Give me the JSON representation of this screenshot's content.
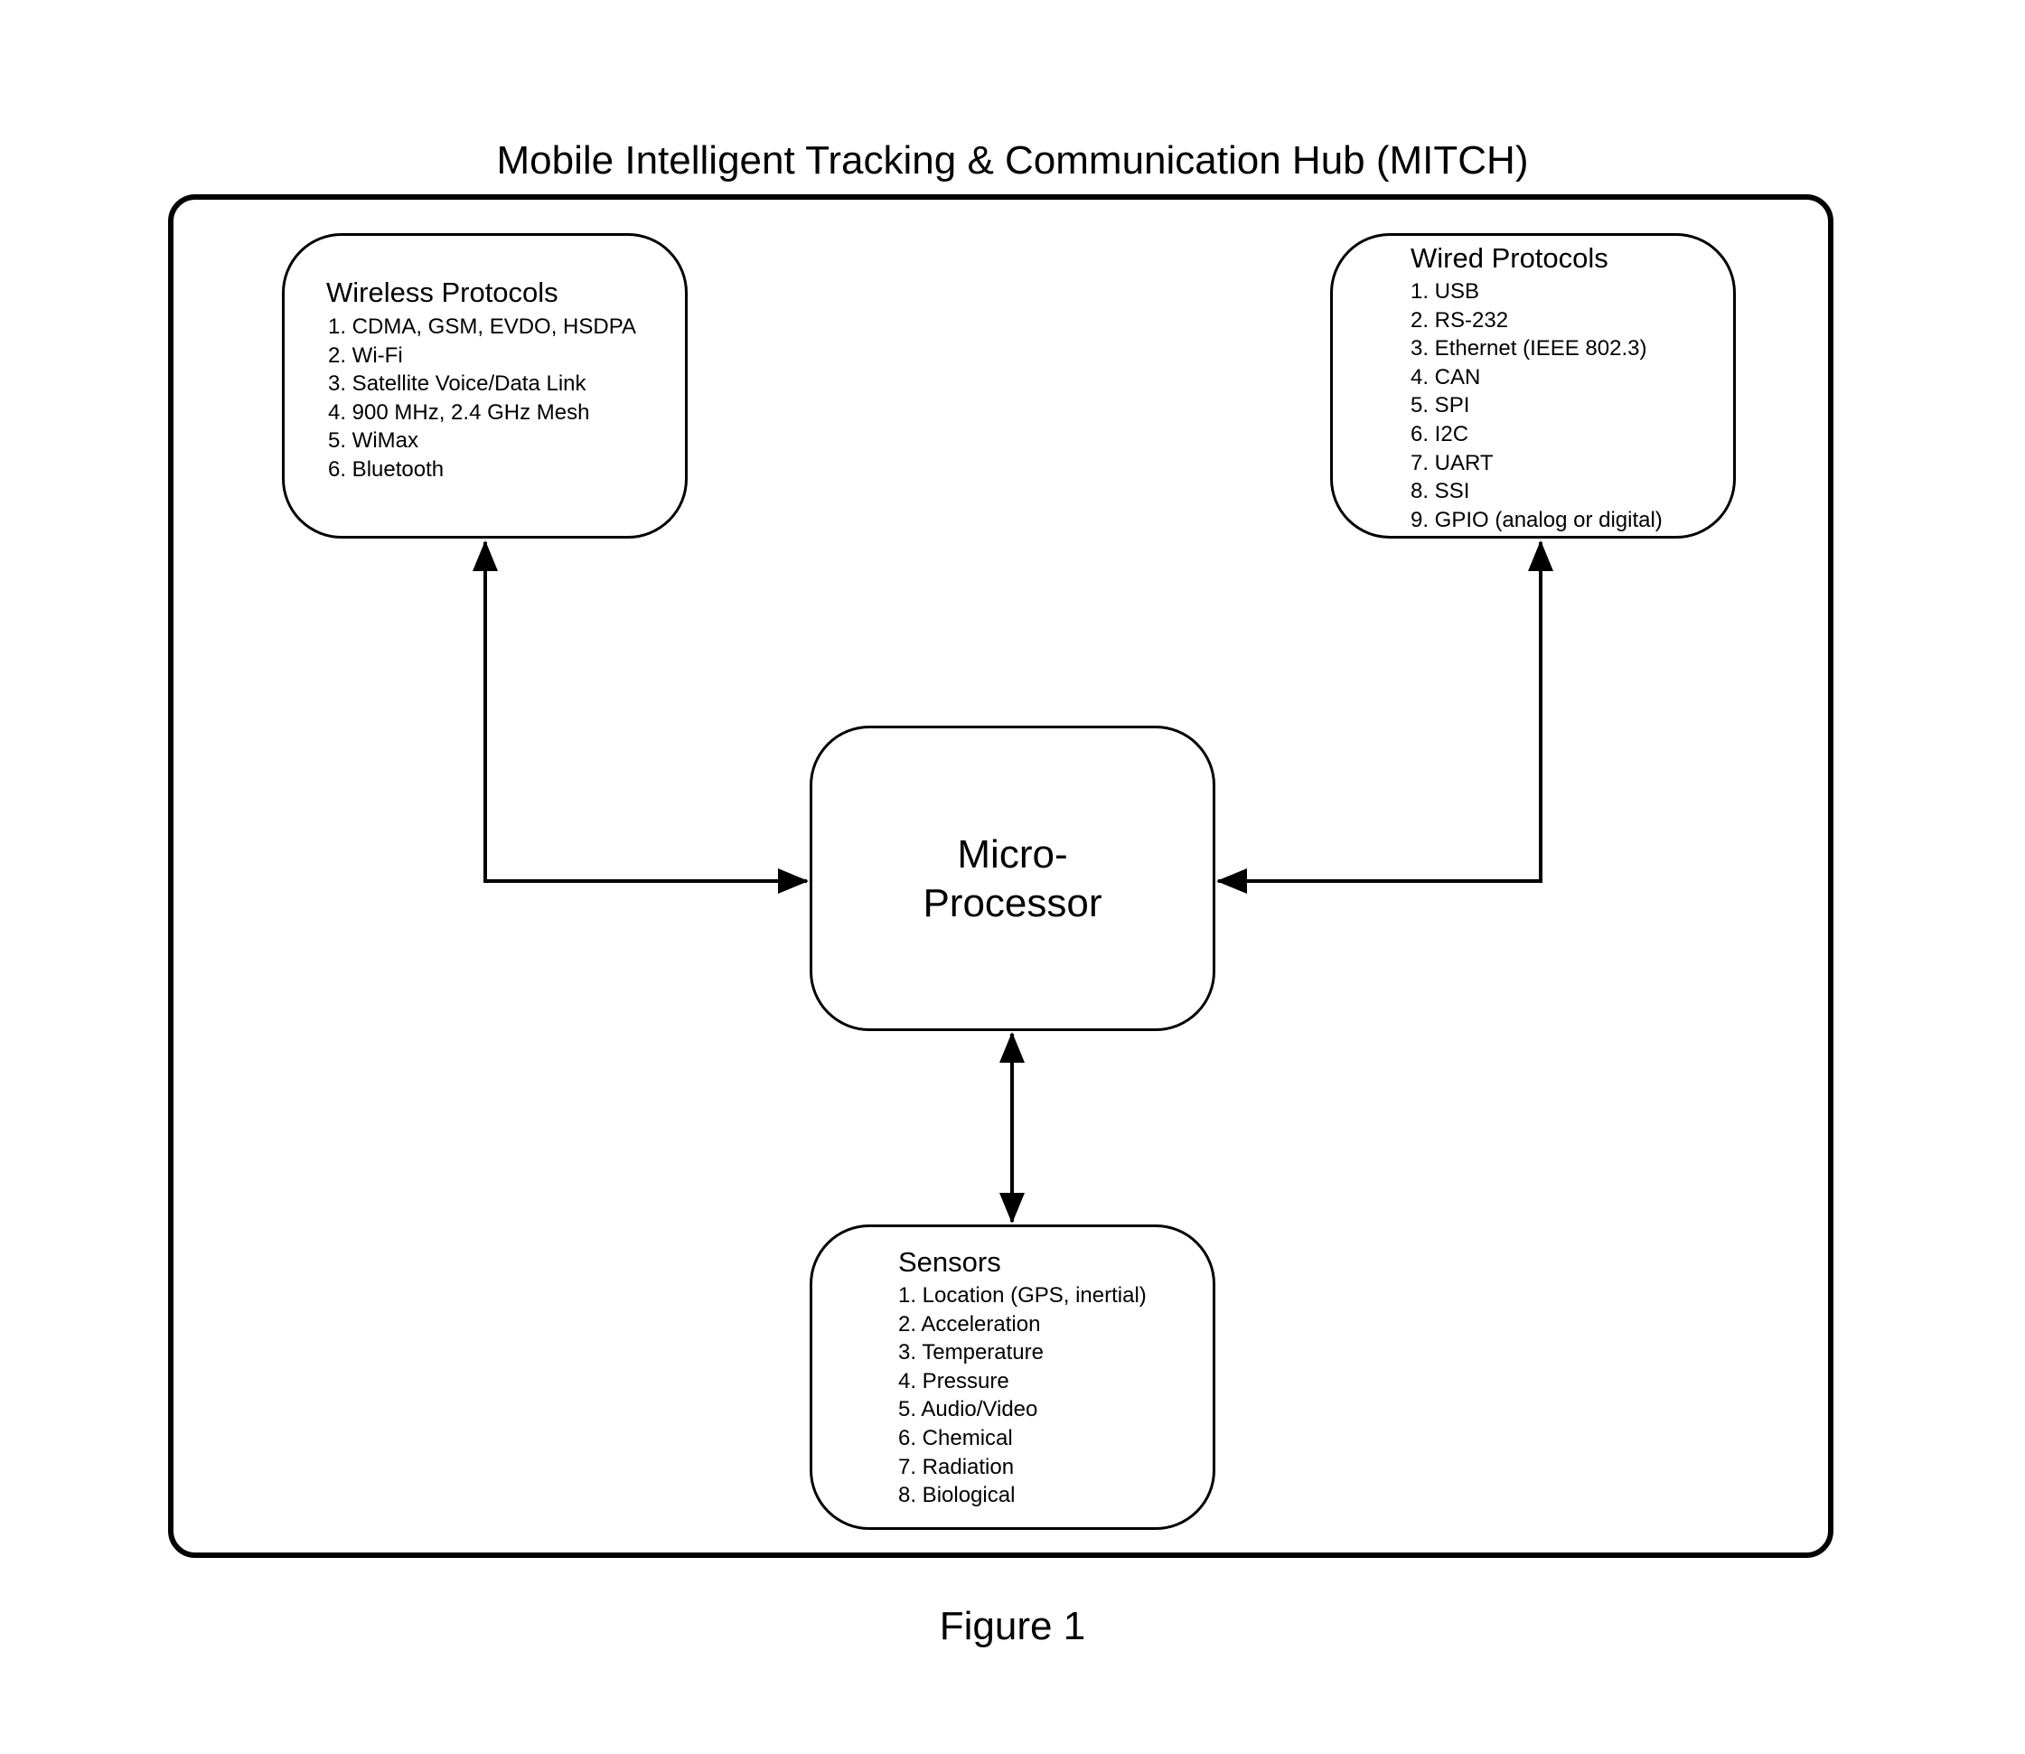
{
  "title": "Mobile Intelligent Tracking & Communication Hub (MITCH)",
  "boxes": {
    "wireless": {
      "heading": "Wireless Protocols",
      "items": [
        "1. CDMA, GSM, EVDO, HSDPA",
        "2. Wi-Fi",
        "3. Satellite Voice/Data Link",
        "4. 900 MHz, 2.4 GHz Mesh",
        "5. WiMax",
        "6. Bluetooth"
      ]
    },
    "wired": {
      "heading": "Wired Protocols",
      "items": [
        "1. USB",
        "2. RS-232",
        "3. Ethernet (IEEE 802.3)",
        "4. CAN",
        "5. SPI",
        "6. I2C",
        "7. UART",
        "8. SSI",
        "9. GPIO (analog or digital)"
      ]
    },
    "microprocessor": {
      "line1": "Micro-",
      "line2": "Processor"
    },
    "sensors": {
      "heading": "Sensors",
      "items": [
        "1. Location (GPS, inertial)",
        "2. Acceleration",
        "3. Temperature",
        "4. Pressure",
        "5. Audio/Video",
        "6. Chemical",
        "7. Radiation",
        "8. Biological"
      ]
    }
  },
  "connections": [
    {
      "from": "wireless",
      "to": "microprocessor",
      "direction": "bidirectional"
    },
    {
      "from": "wired",
      "to": "microprocessor",
      "direction": "bidirectional"
    },
    {
      "from": "microprocessor",
      "to": "sensors",
      "direction": "bidirectional"
    }
  ],
  "caption": "Figure 1"
}
